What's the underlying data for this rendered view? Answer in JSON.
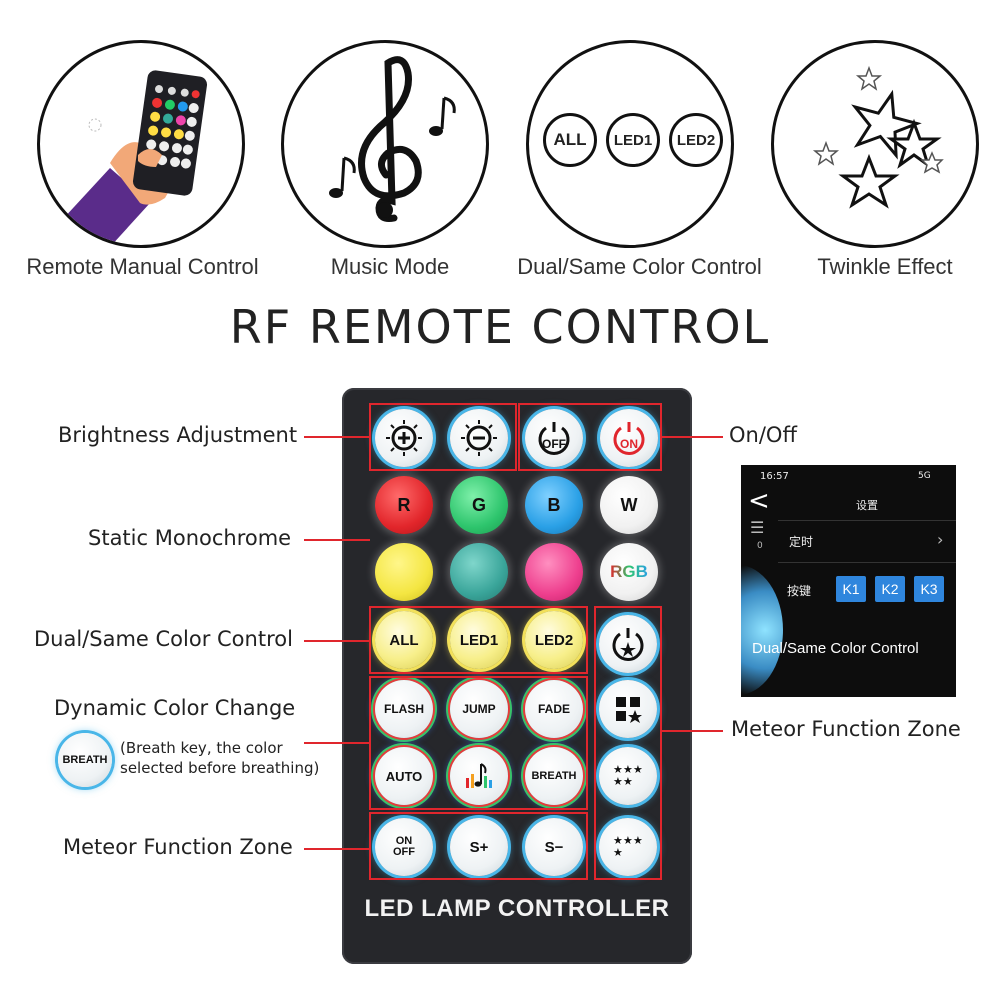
{
  "features": [
    {
      "label": "Remote Manual Control",
      "icon": "hand-remote-icon"
    },
    {
      "label": "Music Mode",
      "icon": "treble-clef-icon"
    },
    {
      "label": "Dual/Same Color Control",
      "icon": "all-led1-led2-icon"
    },
    {
      "label": "Twinkle Effect",
      "icon": "stars-icon"
    }
  ],
  "feature_badges": {
    "all": "ALL",
    "led1": "LED1",
    "led2": "LED2"
  },
  "title": "RF REMOTE CONTROL",
  "callouts": {
    "brightness": "Brightness Adjustment",
    "static": "Static Monochrome",
    "dual": "Dual/Same Color Control",
    "dynamic": "Dynamic Color Change",
    "breath_note_line1": "(Breath key, the color",
    "breath_note_line2": "selected before breathing)",
    "meteor_left": "Meteor Function Zone",
    "onoff": "On/Off",
    "meteor_right": "Meteor Function Zone"
  },
  "breath_badge": "BREATH",
  "remote": {
    "label": "LED LAMP CONTROLLER",
    "buttons": {
      "off": "OFF",
      "on": "ON",
      "r": "R",
      "g": "G",
      "b": "B",
      "w": "W",
      "rgb": "RGB",
      "all": "ALL",
      "led1": "LED1",
      "led2": "LED2",
      "flash": "FLASH",
      "jump": "JUMP",
      "fade": "FADE",
      "auto": "AUTO",
      "breath": "BREATH",
      "meteor_onoff_1": "ON",
      "meteor_onoff_2": "OFF",
      "speed_up": "S+",
      "speed_down": "S−"
    },
    "colors": {
      "red": "#e2262b",
      "green": "#2ec56d",
      "blue": "#2aa0e6",
      "yellow": "#f4e642",
      "teal": "#3aa59a",
      "pink": "#ee3f8e",
      "zone_outline": "#e0262d",
      "body": "#26272b"
    }
  },
  "phone": {
    "time": "16:57",
    "status": "5G",
    "header": "设置",
    "row1": "定时",
    "row2": "按键",
    "keys": [
      "K1",
      "K2",
      "K3"
    ],
    "caption": "Dual/Same Color Control",
    "side_mark": "0"
  }
}
